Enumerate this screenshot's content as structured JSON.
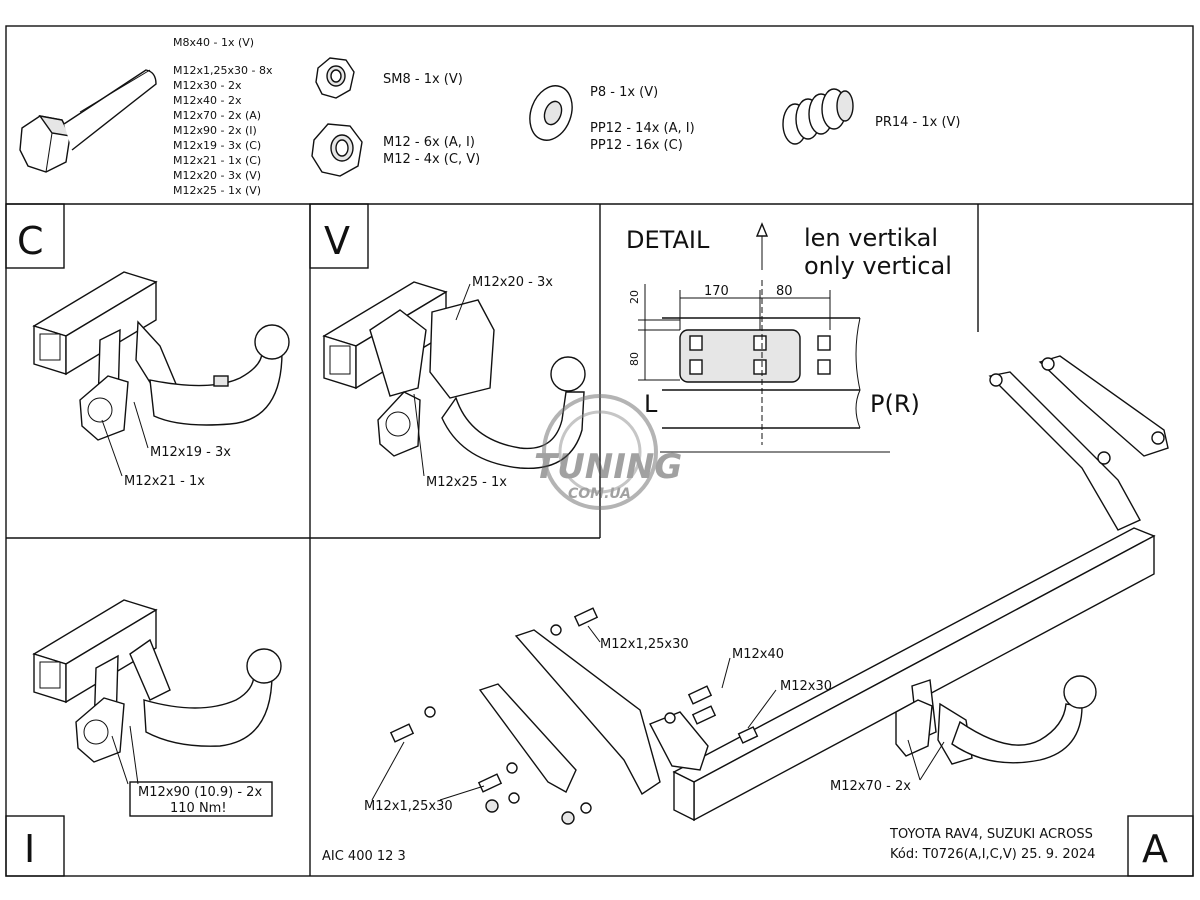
{
  "parts_list": {
    "bolts": [
      "M8x40 - 1x (V)",
      "M12x1,25x30 - 8x",
      "M12x30 - 2x",
      "M12x40 - 2x",
      "M12x70 - 2x (A)",
      "M12x90 - 2x (I)",
      "M12x19 - 3x (C)",
      "M12x21 - 1x (C)",
      "M12x20 - 3x (V)",
      "M12x25 - 1x (V)"
    ],
    "nut_small": "SM8 - 1x (V)",
    "nut_large": [
      "M12 - 6x (A, I)",
      "M12 - 4x (C, V)"
    ],
    "washers": [
      "P8 - 1x (V)",
      "PP12 - 14x (A, I)",
      "PP12 - 16x (C)"
    ],
    "spring": "PR14 - 1x (V)"
  },
  "panel_c": {
    "letter": "C",
    "callouts": [
      "M12x19 - 3x",
      "M12x21 - 1x"
    ]
  },
  "panel_v": {
    "letter": "V",
    "callouts": [
      "M12x20 - 3x",
      "M12x25 - 1x"
    ]
  },
  "panel_i": {
    "letter": "I",
    "callout_line1": "M12x90 (10.9) - 2x",
    "callout_line2": "110 Nm!"
  },
  "detail": {
    "title": "DETAIL",
    "note_line1": "len vertikal",
    "note_line2": "only vertical",
    "dim_170": "170",
    "dim_80h": "80",
    "dim_20": "20",
    "dim_80v": "80",
    "label_l": "L",
    "label_pr": "P(R)"
  },
  "panel_a": {
    "letter": "A",
    "callouts": [
      "M12x1,25x30",
      "M12x40",
      "M12x30",
      "M12x1,25x30",
      "M12x70 - 2x"
    ]
  },
  "watermark": {
    "main": "TUNING",
    "sub": "COM.UA"
  },
  "footer": {
    "code_left": "AIC 400 12 3",
    "vehicle": "TOYOTA RAV4, SUZUKI ACROSS",
    "kod": "Kód: T0726(A,I,C,V)  25. 9. 2024"
  }
}
